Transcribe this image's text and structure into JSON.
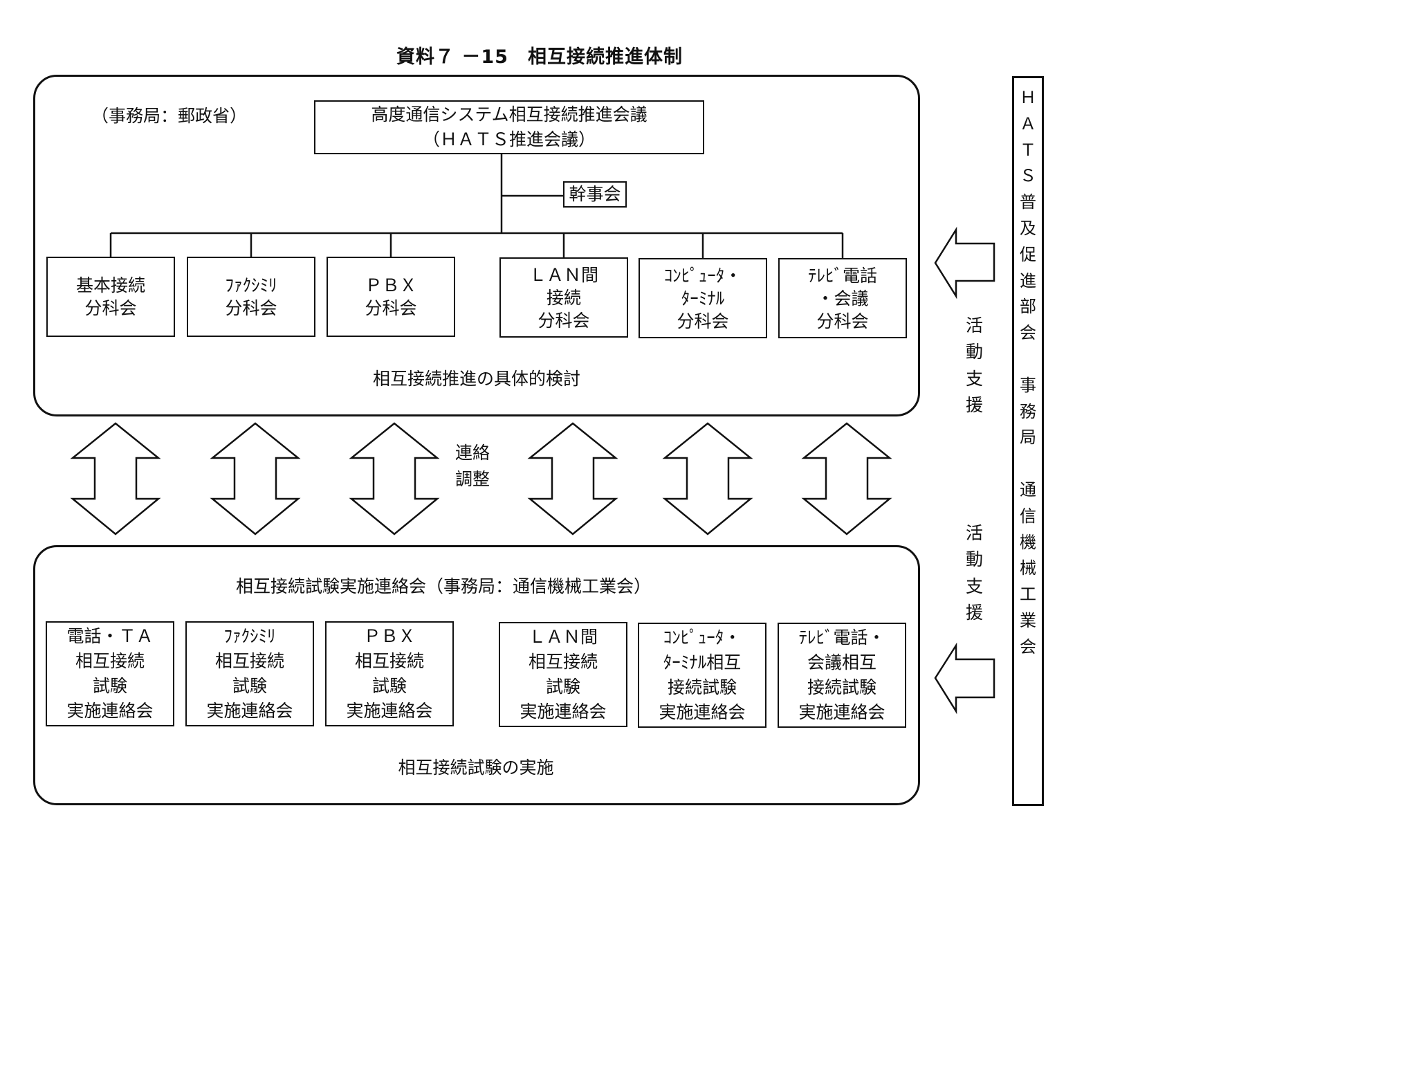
{
  "title": "資料７ －15　相互接続推進体制",
  "top_panel": {
    "secretariat": "（事務局：郵政省）",
    "council": {
      "line1": "高度通信システム相互接続推進会議",
      "line2": "（ＨＡＴＳ推進会議）"
    },
    "steering": "幹事会",
    "subcommittees": [
      {
        "lines": [
          "基本接続",
          "分科会"
        ]
      },
      {
        "lines": [
          "ﾌｧｸｼﾐﾘ",
          "分科会"
        ]
      },
      {
        "lines": [
          "ＰＢＸ",
          "分科会"
        ]
      },
      {
        "lines": [
          "ＬＡＮ間",
          "接続",
          "分科会"
        ]
      },
      {
        "lines": [
          "ｺﾝﾋﾟｭｰﾀ・",
          "ﾀｰﾐﾅﾙ",
          "分科会"
        ]
      },
      {
        "lines": [
          "ﾃﾚﾋﾞ電話",
          "・会議",
          "分科会"
        ]
      }
    ],
    "caption": "相互接続推進の具体的検討"
  },
  "middle": {
    "liaison_lines": [
      "連絡",
      "調整"
    ]
  },
  "bottom_panel": {
    "heading": "相互接続試験実施連絡会（事務局：通信機械工業会）",
    "groups": [
      {
        "lines": [
          "電話・ＴＡ",
          "相互接続",
          "試験",
          "実施連絡会"
        ]
      },
      {
        "lines": [
          "ﾌｧｸｼﾐﾘ",
          "相互接続",
          "試験",
          "実施連絡会"
        ]
      },
      {
        "lines": [
          "ＰＢＸ",
          "相互接続",
          "試験",
          "実施連絡会"
        ]
      },
      {
        "lines": [
          "ＬＡＮ間",
          "相互接続",
          "試験",
          "実施連絡会"
        ]
      },
      {
        "lines": [
          "ｺﾝﾋﾟｭｰﾀ・",
          "ﾀｰﾐﾅﾙ相互",
          "接続試験",
          "実施連絡会"
        ]
      },
      {
        "lines": [
          "ﾃﾚﾋﾞ電話・",
          "会議相互",
          "接続試験",
          "実施連絡会"
        ]
      }
    ],
    "caption": "相互接続試験の実施"
  },
  "support_top": [
    "活",
    "動",
    "支",
    "援"
  ],
  "support_bottom": [
    "活",
    "動",
    "支",
    "援"
  ],
  "sidebar": [
    "Ｈ",
    "Ａ",
    "Ｔ",
    "Ｓ",
    "普",
    "及",
    "促",
    "進",
    "部",
    "会",
    "",
    "事",
    "務",
    "局",
    "",
    "通",
    "信",
    "機",
    "械",
    "工",
    "業",
    "会"
  ]
}
